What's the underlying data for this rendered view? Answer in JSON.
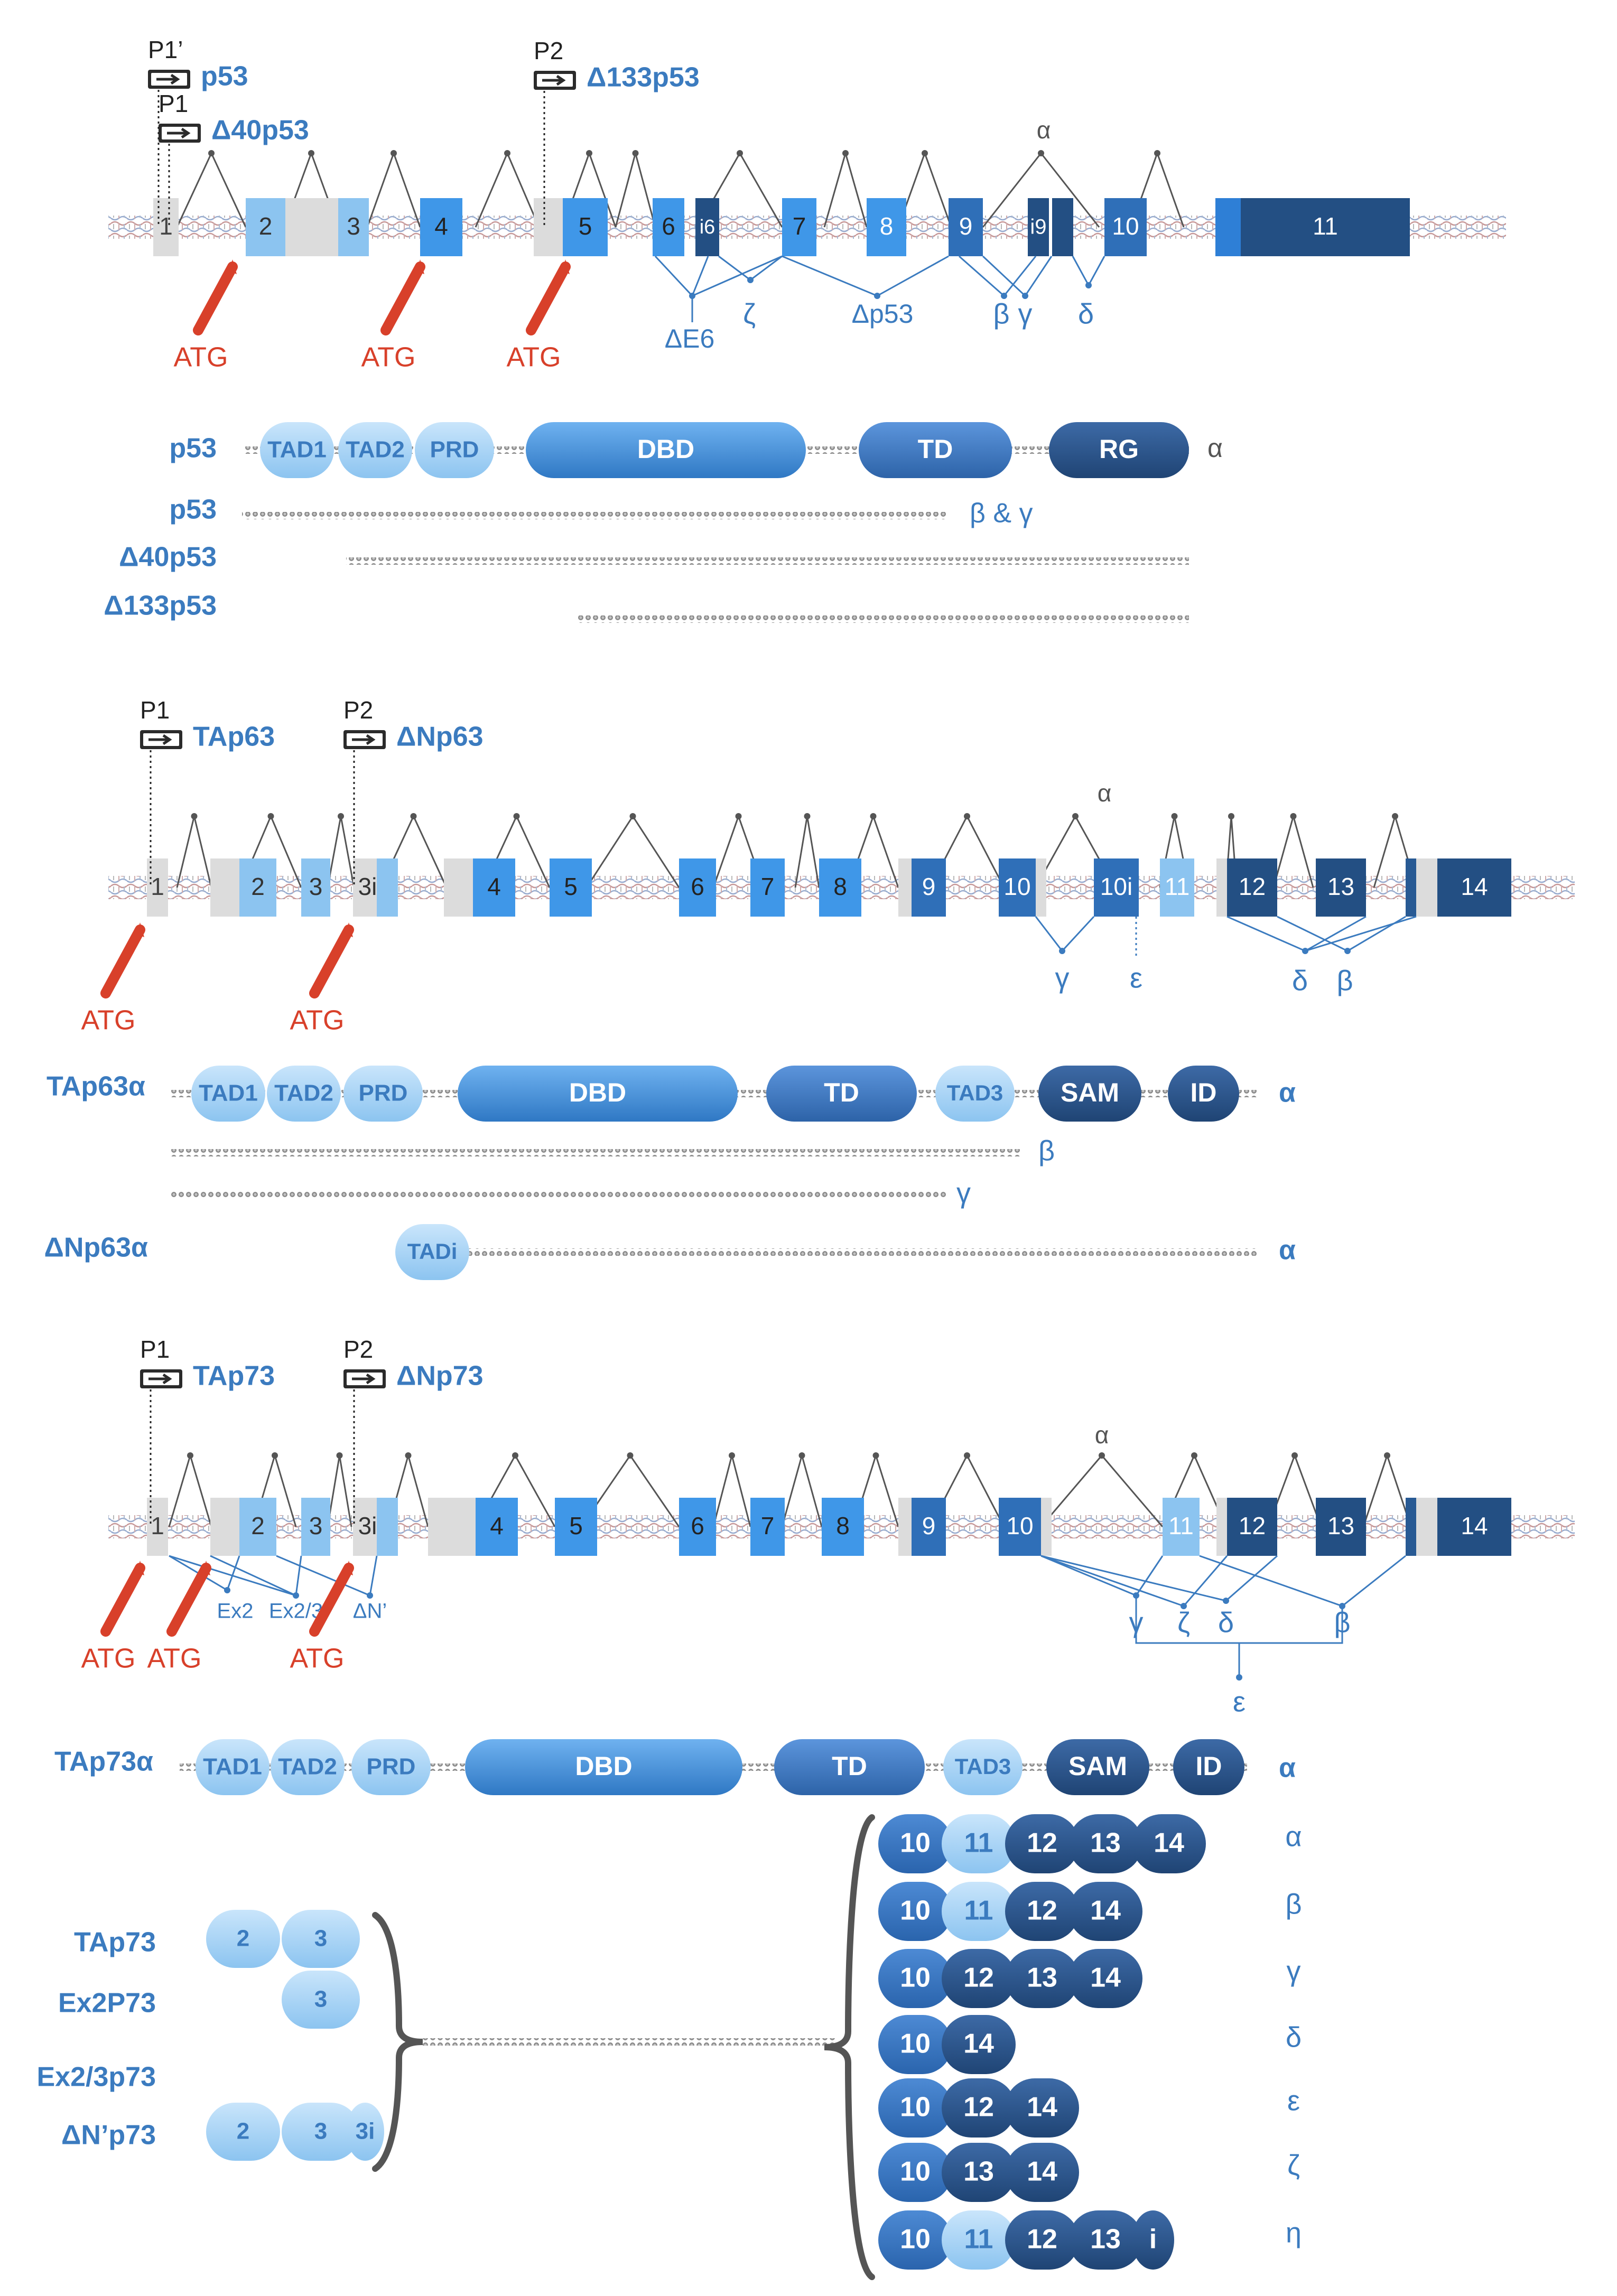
{
  "colors": {
    "c0": "#dcdcdc",
    "c1": "#a9d3f5",
    "c2": "#8cc4f0",
    "c3": "#3f97e8",
    "c4": "#2e7fd6",
    "c5": "#2f6fb8",
    "c6": "#285a94",
    "c7": "#234f83",
    "splice": "#3b7bbf",
    "arc": "#555555",
    "atg": "#d8402a"
  },
  "p53": {
    "promoters": [
      {
        "name": "P1’",
        "label": "p53"
      },
      {
        "name": "P1",
        "label": "Δ40p53"
      },
      {
        "name": "P2",
        "label": "Δ133p53"
      }
    ],
    "exons": [
      {
        "label": "1"
      },
      {
        "label": "2"
      },
      {
        "label": "3"
      },
      {
        "label": "4"
      },
      {
        "label": "5"
      },
      {
        "label": "6"
      },
      {
        "label": "i6"
      },
      {
        "label": "7"
      },
      {
        "label": "8"
      },
      {
        "label": "9"
      },
      {
        "label": "i9"
      },
      {
        "label": "10"
      },
      {
        "label": "11"
      }
    ],
    "atg": [
      "ATG",
      "ATG",
      "ATG"
    ],
    "splice_labels": [
      "ΔE6",
      "ζ",
      "Δp53",
      "β",
      "γ",
      "δ"
    ],
    "arc_label": "α",
    "protein": {
      "name": "p53",
      "domains": [
        {
          "label": "TAD1"
        },
        {
          "label": "TAD2"
        },
        {
          "label": "PRD"
        },
        {
          "label": "DBD"
        },
        {
          "label": "TD"
        },
        {
          "label": "RG"
        }
      ],
      "isoform_suffix": "α"
    },
    "variants": [
      {
        "name": "p53",
        "suffix": "β & γ"
      },
      {
        "name": "Δ40p53",
        "suffix": ""
      },
      {
        "name": "Δ133p53",
        "suffix": ""
      }
    ]
  },
  "p63": {
    "promoters": [
      {
        "name": "P1",
        "label": "TAp63"
      },
      {
        "name": "P2",
        "label": "ΔNp63"
      }
    ],
    "exons": [
      {
        "label": "1"
      },
      {
        "label": "2"
      },
      {
        "label": "3"
      },
      {
        "label": "3i"
      },
      {
        "label": "4"
      },
      {
        "label": "5"
      },
      {
        "label": "6"
      },
      {
        "label": "7"
      },
      {
        "label": "8"
      },
      {
        "label": "9"
      },
      {
        "label": "10"
      },
      {
        "label": "10i"
      },
      {
        "label": "11"
      },
      {
        "label": "12"
      },
      {
        "label": "13"
      },
      {
        "label": "14"
      }
    ],
    "atg": [
      "ATG",
      "ATG"
    ],
    "splice_labels": [
      "γ",
      "ε",
      "δ",
      "β"
    ],
    "arc_label": "α",
    "protein": {
      "name": "TAp63α",
      "domains": [
        {
          "label": "TAD1"
        },
        {
          "label": "TAD2"
        },
        {
          "label": "PRD"
        },
        {
          "label": "DBD"
        },
        {
          "label": "TD"
        },
        {
          "label": "TAD3"
        },
        {
          "label": "SAM"
        },
        {
          "label": "ID"
        }
      ],
      "isoform_suffix": "α"
    },
    "variants": [
      {
        "name": "",
        "suffix": "β"
      },
      {
        "name": "",
        "suffix": "γ"
      },
      {
        "name": "ΔNp63α",
        "suffix": "α",
        "domain": "TADi"
      }
    ]
  },
  "p73": {
    "promoters": [
      {
        "name": "P1",
        "label": "TAp73"
      },
      {
        "name": "P2",
        "label": "ΔNp73"
      }
    ],
    "exons": [
      {
        "label": "1"
      },
      {
        "label": "2"
      },
      {
        "label": "3"
      },
      {
        "label": "3i"
      },
      {
        "label": "4"
      },
      {
        "label": "5"
      },
      {
        "label": "6"
      },
      {
        "label": "7"
      },
      {
        "label": "8"
      },
      {
        "label": "9"
      },
      {
        "label": "10"
      },
      {
        "label": "11"
      },
      {
        "label": "12"
      },
      {
        "label": "13"
      },
      {
        "label": "14"
      }
    ],
    "atg": [
      "ATG",
      "ATG",
      "ATG"
    ],
    "small_labels": [
      "Ex2",
      "Ex2/3",
      "ΔN’"
    ],
    "splice_labels": [
      "γ",
      "ζ",
      "δ",
      "β",
      "ε"
    ],
    "arc_label": "α",
    "protein": {
      "name": "TAp73α",
      "domains": [
        {
          "label": "TAD1"
        },
        {
          "label": "TAD2"
        },
        {
          "label": "PRD"
        },
        {
          "label": "DBD"
        },
        {
          "label": "TD"
        },
        {
          "label": "TAD3"
        },
        {
          "label": "SAM"
        },
        {
          "label": "ID"
        }
      ],
      "isoform_suffix": "α"
    },
    "n_terminal_isoforms": [
      {
        "name": "TAp73",
        "exons": [
          "2",
          "3"
        ]
      },
      {
        "name": "Ex2P73",
        "exons": [
          "3"
        ]
      },
      {
        "name": "Ex2/3p73",
        "exons": []
      },
      {
        "name": "ΔN’p73",
        "exons": [
          "2",
          "3",
          "3i"
        ]
      }
    ],
    "c_terminal_isoforms": [
      {
        "name": "α",
        "exons": [
          "10",
          "11",
          "12",
          "13",
          "14"
        ]
      },
      {
        "name": "β",
        "exons": [
          "10",
          "11",
          "12",
          "14"
        ]
      },
      {
        "name": "γ",
        "exons": [
          "10",
          "12",
          "13",
          "14"
        ]
      },
      {
        "name": "δ",
        "exons": [
          "10",
          "14"
        ]
      },
      {
        "name": "ε",
        "exons": [
          "10",
          "12",
          "14"
        ]
      },
      {
        "name": "ζ",
        "exons": [
          "10",
          "13",
          "14"
        ]
      },
      {
        "name": "η",
        "exons": [
          "10",
          "11",
          "12",
          "13",
          "i"
        ]
      }
    ]
  }
}
